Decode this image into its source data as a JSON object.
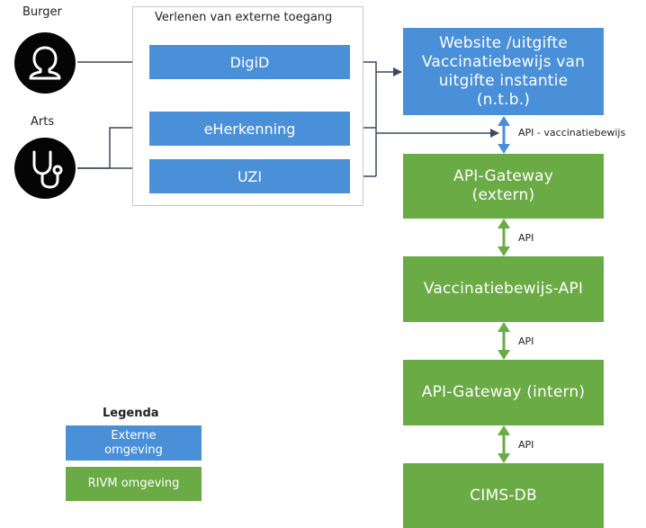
{
  "actors": {
    "burger": {
      "label": "Burger",
      "icon": "person-icon"
    },
    "arts": {
      "label": "Arts",
      "icon": "stethoscope-icon"
    }
  },
  "access_group": {
    "title": "Verlenen van externe toegang",
    "items": [
      "DigiD",
      "eHerkenning",
      "UZI"
    ]
  },
  "systems": {
    "website": "Website /uitgifte\nVaccinatiebewijs van\nuitgifte instantie\n(n.t.b.)",
    "gateway_extern": "API-Gateway\n(extern)",
    "vaccinatiebewijs_api": "Vaccinatiebewijs-API",
    "gateway_intern": "API-Gateway (intern)",
    "cims_db": "CIMS-DB"
  },
  "connections": {
    "api_vaccinatiebewijs": "API - vaccinatiebewijs",
    "api_1": "API",
    "api_2": "API",
    "api_3": "API"
  },
  "legend": {
    "title": "Legenda",
    "extern": "Externe\nomgeving",
    "rivm": "RIVM omgeving"
  },
  "colors": {
    "extern": "#4a90d9",
    "rivm": "#6aab45",
    "line": "#3a4a5c"
  }
}
